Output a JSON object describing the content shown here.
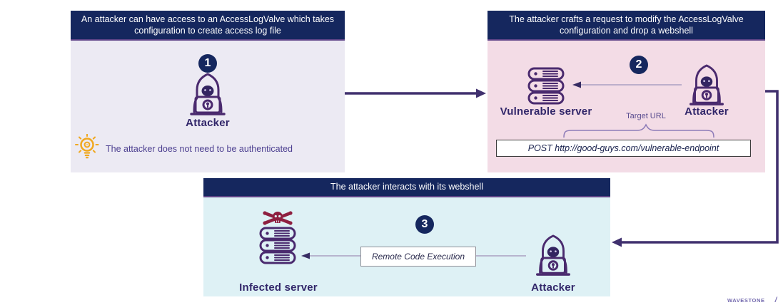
{
  "diagram_title": "AccessLogValve webshell attack flow",
  "colors": {
    "header_navy": "#15275e",
    "step1_bg": "#eceaf3",
    "step2_bg": "#f3dce6",
    "step3_bg": "#def1f5",
    "icon_purple": "#4a2a6e",
    "flow_arrow_purple": "#40306e",
    "thin_arrow_gray": "#aaa0c2",
    "label_indigo": "#32276a",
    "skull_maroon": "#8e2040",
    "bulb_yellow": "#f0a81f"
  },
  "panels": {
    "step1": {
      "number": "1",
      "header": "An attacker can have access to an AccessLogValve which takes configuration to create access log file",
      "actor_label": "Attacker",
      "note": "The attacker does not need to be authenticated"
    },
    "step2": {
      "number": "2",
      "header": "The attacker crafts a request to modify the AccessLogValve configuration and drop a webshell",
      "server_label": "Vulnerable server",
      "actor_label": "Attacker",
      "target_url_label": "Target URL",
      "request": "POST http://good-guys.com/vulnerable-endpoint"
    },
    "step3": {
      "number": "3",
      "header": "The attacker interacts with its webshell",
      "server_label": "Infected server",
      "actor_label": "Attacker",
      "rce_label": "Remote Code Execution"
    }
  },
  "watermark": {
    "name": "WAVESTONE",
    "slash": "/"
  }
}
